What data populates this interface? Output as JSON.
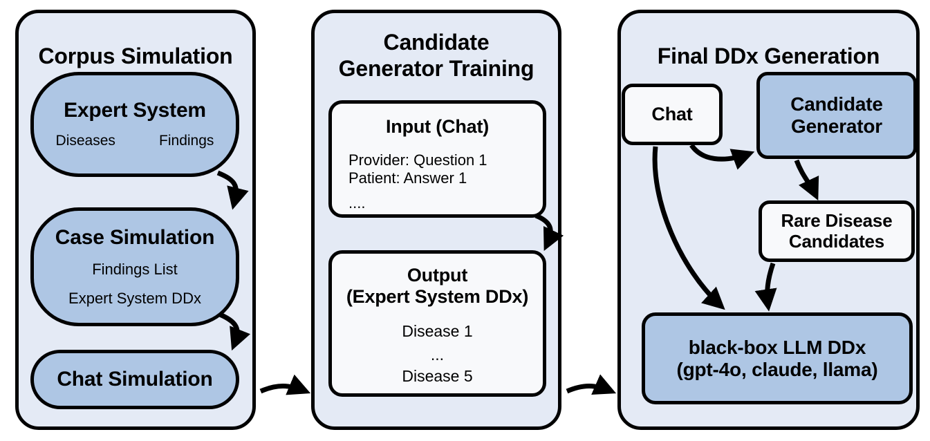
{
  "diagram": {
    "title_hidden": "",
    "colors": {
      "panel_bg": "#e4eaf5",
      "node_blue": "#aec6e4",
      "node_white": "#f8f9fb",
      "stroke": "#000000",
      "page_bg": "#ffffff"
    }
  },
  "panels": [
    {
      "id": "corpus-simulation",
      "title": "Corpus Simulation",
      "nodes": [
        {
          "id": "expert-system",
          "title": "Expert System",
          "sub_left": "Diseases",
          "sub_right": "Findings"
        },
        {
          "id": "case-simulation",
          "title": "Case Simulation",
          "line1": "Findings List",
          "line2": "Expert System DDx"
        },
        {
          "id": "chat-simulation",
          "title": "Chat Simulation"
        }
      ]
    },
    {
      "id": "candidate-generator-training",
      "title_line1": "Candidate",
      "title_line2": "Generator Training",
      "nodes": [
        {
          "id": "input-chat",
          "title": "Input (Chat)",
          "line1": "Provider: Question 1",
          "line2": "Patient: Answer 1",
          "line3": "...."
        },
        {
          "id": "output-expert-system-ddx",
          "title_line1": "Output",
          "title_line2": "(Expert System DDx)",
          "line1": "Disease 1",
          "line2": "...",
          "line3": "Disease 5"
        }
      ]
    },
    {
      "id": "final-ddx-generation",
      "title": "Final DDx Generation",
      "nodes": [
        {
          "id": "chat",
          "title": "Chat"
        },
        {
          "id": "candidate-generator",
          "title_line1": "Candidate",
          "title_line2": "Generator"
        },
        {
          "id": "rare-disease-candidates",
          "title_line1": "Rare Disease",
          "title_line2": "Candidates"
        },
        {
          "id": "black-box-llm-ddx",
          "title_line1": "black-box LLM DDx",
          "title_line2": "(gpt-4o, claude, llama)"
        }
      ]
    }
  ],
  "connectors": [
    {
      "id": "expert-system-to-case-simulation",
      "label": ""
    },
    {
      "id": "case-simulation-to-chat-simulation",
      "label": ""
    },
    {
      "id": "corpus-to-candidate-training",
      "label": ""
    },
    {
      "id": "input-to-output",
      "label": ""
    },
    {
      "id": "candidate-training-to-final-ddx",
      "label": ""
    },
    {
      "id": "chat-to-candidate-generator",
      "label": ""
    },
    {
      "id": "candidate-generator-to-rare-disease",
      "label": ""
    },
    {
      "id": "chat-to-black-box-llm",
      "label": ""
    },
    {
      "id": "rare-disease-to-black-box-llm",
      "label": ""
    }
  ]
}
